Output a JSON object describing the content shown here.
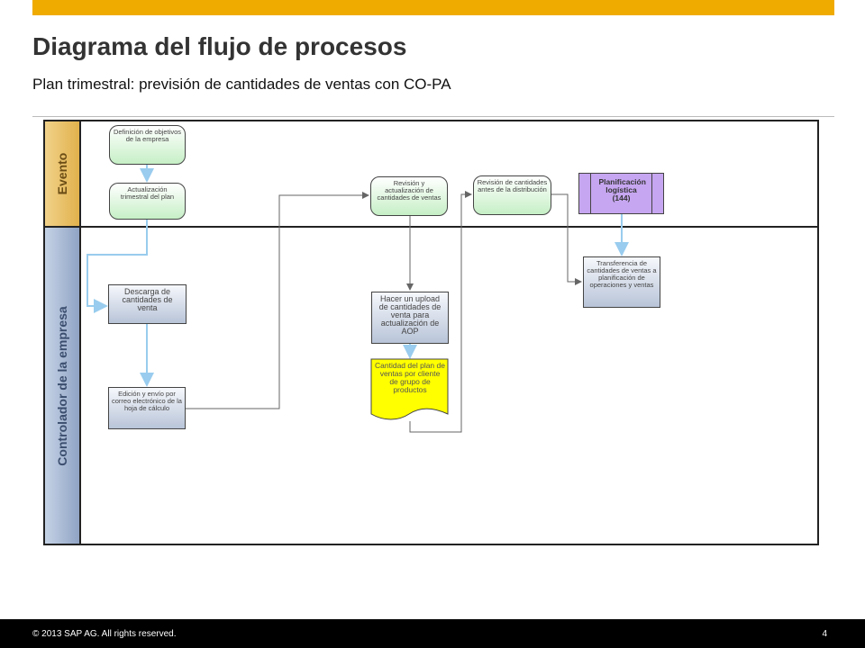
{
  "header": {
    "title": "Diagrama del flujo de procesos",
    "subtitle": "Plan trimestral: previsión de cantidades de ventas con CO-PA"
  },
  "lanes": {
    "evento": "Evento",
    "controlador": "Controlador de la empresa"
  },
  "nodes": {
    "definicion": "Definición de objetivos de la empresa",
    "actualizacion": "Actualización trimestral del plan",
    "descarga": "Descarga de cantidades de venta",
    "edicion": "Edición y envío por correo electrónico de la hoja de cálculo",
    "revision_ventas": "Revisión y actualización de cantidades de ventas",
    "upload": "Hacer un upload de cantidades de venta para actualización de AOP",
    "cantidad_plan": "Cantidad del plan de ventas por cliente de grupo de productos",
    "revision_distribucion": "Revisión de cantidades antes de la distribución",
    "planificacion_logistica": "Planificación logística (144)",
    "transferencia": "Transferencia de cantidades de ventas a planificación de operaciones y ventas"
  },
  "colors": {
    "accent_bar": "#f0ab00",
    "event_fill": "#c6efc6",
    "task_fill": "#b8c4d8",
    "document_fill": "#ffff00",
    "subprocess_fill": "#c6a6f0",
    "flow_line": "#99ccee"
  },
  "footer": {
    "copyright": "© 2013 SAP AG. All rights reserved.",
    "page": "4"
  }
}
